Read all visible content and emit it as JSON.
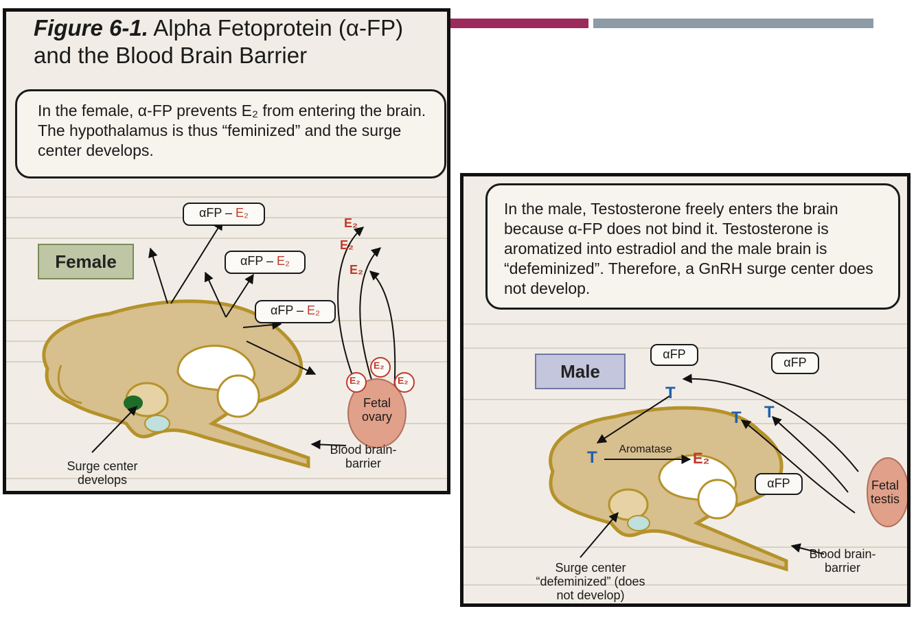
{
  "female": {
    "title_figure": "Figure 6-1.",
    "title_rest": " Alpha Fetoprotein (α-FP) and the Blood Brain Barrier",
    "note": "In the female, α-FP prevents E₂ from entering the brain.  The hypothalamus is thus “feminized” and the surge center develops.",
    "label": "Female",
    "complex_afp": "αFP –",
    "e2": "E₂",
    "organ": "Fetal ovary",
    "surge_center": "Surge center develops",
    "barrier": "Blood brain-barrier"
  },
  "male": {
    "note": "In the male, Testosterone freely enters the brain because α-FP does not bind it.  Testosterone is aromatized into estradiol and the male brain is “defeminized”.  Therefore, a GnRH surge center does not develop.",
    "label": "Male",
    "afp": "αFP",
    "t": "T",
    "aromatase": "Aromatase",
    "e2": "E₂",
    "organ": "Fetal testis",
    "surge_center": "Surge center “defeminized” (does not develop)",
    "barrier": "Blood brain-barrier"
  },
  "colors": {
    "magenta_bar": "#9c2a5c",
    "gray_bar": "#8d9ba6",
    "brain_fill": "#d7bf8e",
    "brain_outline": "#b5922a",
    "e2_red": "#c0392b",
    "t_blue": "#1f5fa8",
    "surge_green": "#1f6b2a"
  }
}
